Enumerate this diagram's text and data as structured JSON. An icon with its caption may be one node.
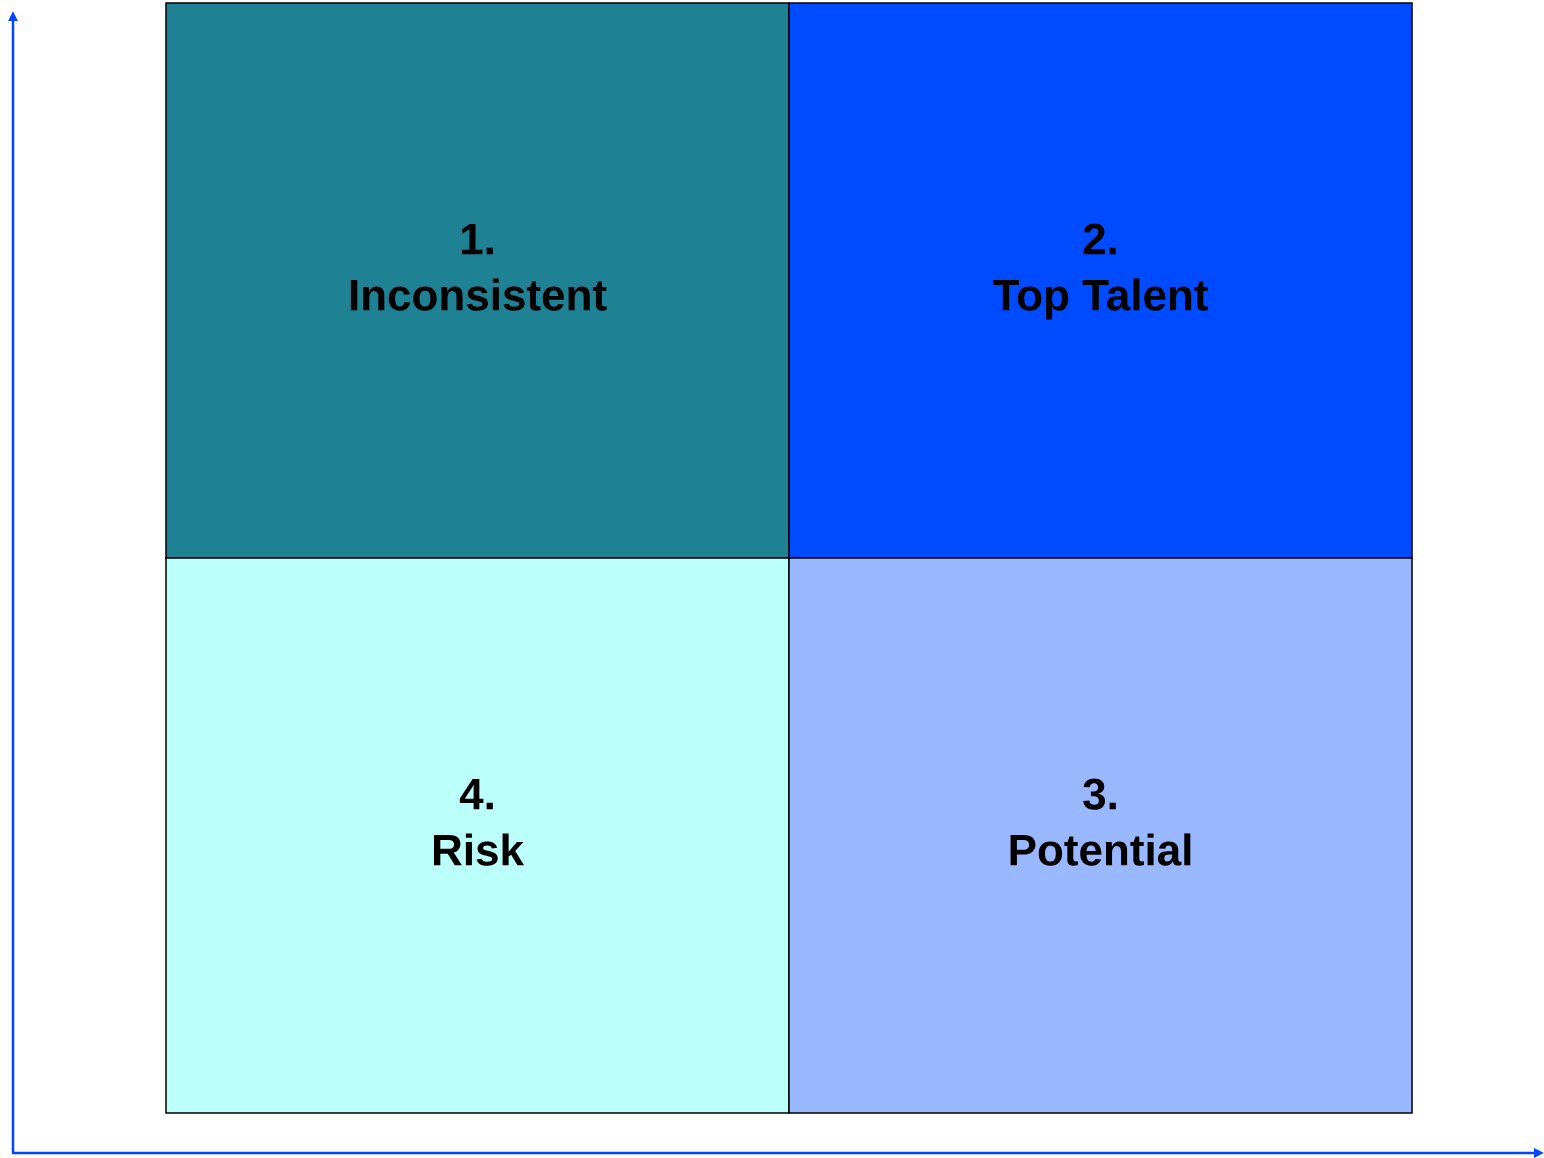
{
  "diagram": {
    "nodes": [
      {
        "text": [
          "1.",
          "Inconsistent"
        ]
      },
      {
        "text": [
          "2.",
          "Top Talent"
        ]
      },
      {
        "text": [
          "4.",
          "Risk"
        ]
      },
      {
        "text": [
          "3.",
          "Potential"
        ]
      }
    ]
  }
}
